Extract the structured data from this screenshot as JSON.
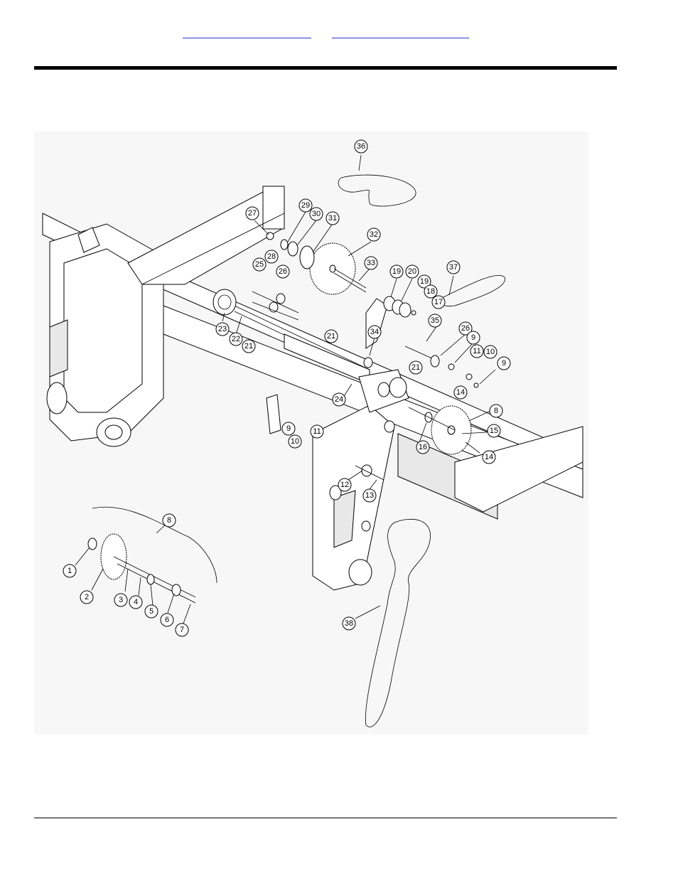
{
  "header": {
    "links": [
      {
        "text": ""
      },
      {
        "text": ""
      }
    ]
  },
  "callouts": [
    {
      "id": "c36",
      "label": "36"
    },
    {
      "id": "c27",
      "label": "27"
    },
    {
      "id": "c29",
      "label": "29"
    },
    {
      "id": "c30",
      "label": "30"
    },
    {
      "id": "c31",
      "label": "31"
    },
    {
      "id": "c32",
      "label": "32"
    },
    {
      "id": "c28",
      "label": "28"
    },
    {
      "id": "c25",
      "label": "25"
    },
    {
      "id": "c26a",
      "label": "26"
    },
    {
      "id": "c33",
      "label": "33"
    },
    {
      "id": "c19a",
      "label": "19"
    },
    {
      "id": "c20",
      "label": "20"
    },
    {
      "id": "c19b",
      "label": "19"
    },
    {
      "id": "c18",
      "label": "18"
    },
    {
      "id": "c17",
      "label": "17"
    },
    {
      "id": "c37",
      "label": "37"
    },
    {
      "id": "c23",
      "label": "23"
    },
    {
      "id": "c22",
      "label": "22"
    },
    {
      "id": "c21a",
      "label": "21"
    },
    {
      "id": "c21b",
      "label": "21"
    },
    {
      "id": "c34",
      "label": "34"
    },
    {
      "id": "c35",
      "label": "35"
    },
    {
      "id": "c26b",
      "label": "26"
    },
    {
      "id": "c9a",
      "label": "9"
    },
    {
      "id": "c11a",
      "label": "11"
    },
    {
      "id": "c10a",
      "label": "10"
    },
    {
      "id": "c9b",
      "label": "9"
    },
    {
      "id": "c21c",
      "label": "21"
    },
    {
      "id": "c14a",
      "label": "14"
    },
    {
      "id": "c24",
      "label": "24"
    },
    {
      "id": "c8a",
      "label": "8"
    },
    {
      "id": "c15",
      "label": "15"
    },
    {
      "id": "c9c",
      "label": "9"
    },
    {
      "id": "c11b",
      "label": "11"
    },
    {
      "id": "c10b",
      "label": "10"
    },
    {
      "id": "c16",
      "label": "16"
    },
    {
      "id": "c14b",
      "label": "14"
    },
    {
      "id": "c12",
      "label": "12"
    },
    {
      "id": "c13",
      "label": "13"
    },
    {
      "id": "c8b",
      "label": "8"
    },
    {
      "id": "c1",
      "label": "1"
    },
    {
      "id": "c2",
      "label": "2"
    },
    {
      "id": "c3",
      "label": "3"
    },
    {
      "id": "c4",
      "label": "4"
    },
    {
      "id": "c5",
      "label": "5"
    },
    {
      "id": "c6",
      "label": "6"
    },
    {
      "id": "c7",
      "label": "7"
    },
    {
      "id": "c38",
      "label": "38"
    }
  ]
}
